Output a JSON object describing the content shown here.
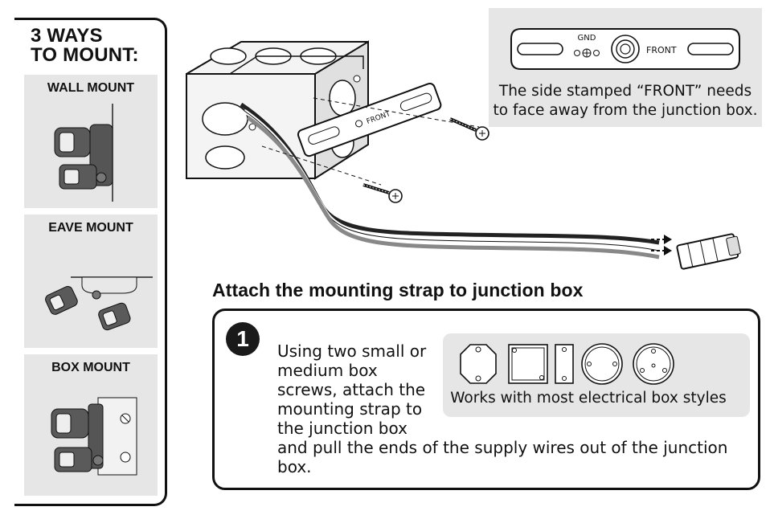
{
  "left_panel": {
    "title_line1": "3 WAYS",
    "title_line2": "TO MOUNT:",
    "cards": [
      {
        "label": "WALL MOUNT"
      },
      {
        "label": "EAVE MOUNT"
      },
      {
        "label": "BOX MOUNT"
      }
    ]
  },
  "note": {
    "strap_labels": {
      "gnd": "GND",
      "front": "FRONT"
    },
    "line1": "The side stamped “FRONT” needs",
    "line2": "to face away from the junction box."
  },
  "illustration": {
    "strap_stamp": "FRONT"
  },
  "heading": "Attach the mounting strap to junction box",
  "step": {
    "number": "1",
    "text_top": "Using two small or medium box screws, attach the mounting strap to the junction box",
    "text_bottom": "and pull the ends of the supply wires out of the junction box.",
    "box_styles_caption": "Works with most electrical box styles"
  }
}
